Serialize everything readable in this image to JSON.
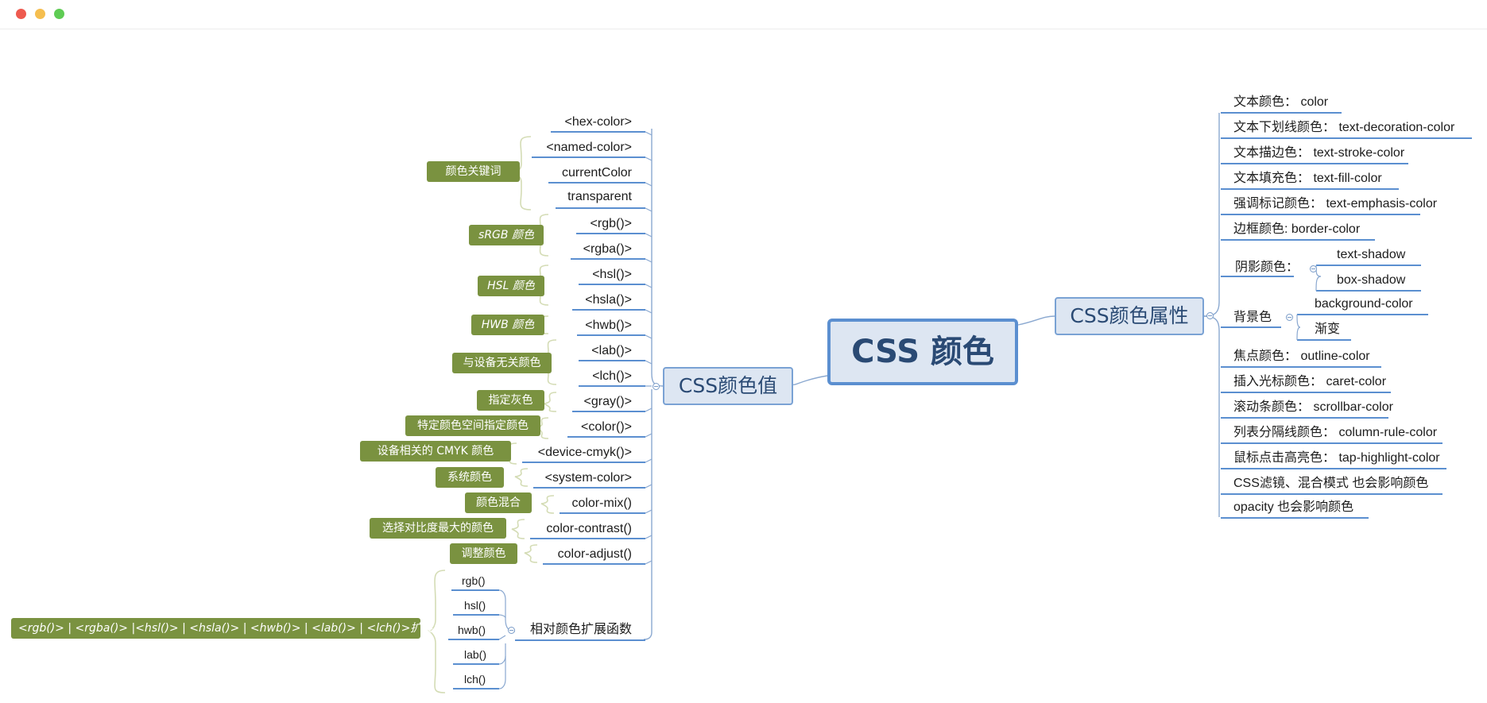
{
  "central": "CSS 颜色",
  "left_topic": "CSS颜色值",
  "right_topic": "CSS颜色属性",
  "left_leaves": [
    "<hex-color>",
    "<named-color>",
    "currentColor",
    "transparent",
    "<rgb()>",
    "<rgba()>",
    "<hsl()>",
    "<hsla()>",
    "<hwb()>",
    "<lab()>",
    "<lch()>",
    "<gray()>",
    "<color()>",
    "<device-cmyk()>",
    "<system-color>",
    "color-mix()",
    "color-contrast()",
    "color-adjust()"
  ],
  "left_labels": {
    "keywords": "颜色关键词",
    "srgb": "sRGB 颜色",
    "hsl": "HSL 颜色",
    "hwb": "HWB 颜色",
    "device_independent": "与设备无关颜色",
    "gray": "指定灰色",
    "color_space": "特定颜色空间指定颜色",
    "cmyk": "设备相关的 CMYK 颜色",
    "system": "系统颜色",
    "mix": "颜色混合",
    "contrast": "选择对比度最大的颜色",
    "adjust": "调整颜色",
    "extension": "<rgb()> | <rgba()> |<hsl()> | <hsla()> | <hwb()> | <lab()> | <lch()>扩展函数"
  },
  "relative": {
    "label": "相对颜色扩展函数",
    "items": [
      "rgb()",
      "hsl()",
      "hwb()",
      "lab()",
      "lch()"
    ]
  },
  "right_items": {
    "text_color": "文本颜色：  color",
    "underline": "文本下划线颜色：  text-decoration-color",
    "stroke": "文本描边色：  text-stroke-color",
    "fill": "文本填充色：  text-fill-color",
    "emphasis": "强调标记颜色：  text-emphasis-color",
    "border": "边框颜色: border-color",
    "shadow": "阴影颜色：",
    "text_shadow": "text-shadow",
    "box_shadow": "box-shadow",
    "background": "背景色",
    "background_color": "background-color",
    "gradient": "渐变",
    "outline": "焦点颜色：  outline-color",
    "caret": "插入光标颜色：  caret-color",
    "scrollbar": "滚动条颜色：  scrollbar-color",
    "column_rule": "列表分隔线颜色：  column-rule-color",
    "tap": "鼠标点击高亮色：  tap-highlight-color",
    "filter": "CSS滤镜、混合模式 也会影响颜色",
    "opacity": "opacity 也会影响颜色"
  },
  "colors": {
    "line": "#5b8fd0",
    "curve": "#8aa8d0",
    "brace": "#d4dcb5",
    "label_bg": "#7a9240",
    "topic_bg": "#dde6f2",
    "topic_text": "#2a4a74"
  }
}
